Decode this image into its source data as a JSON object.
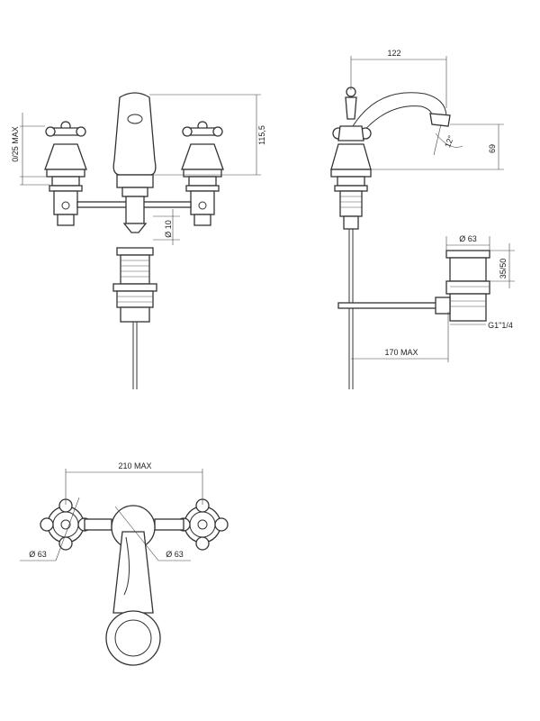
{
  "dimensions": {
    "front_height": "115,5",
    "front_handle_max": "0/25 MAX",
    "front_diameter_rod": "Ø 10",
    "side_reach": "122",
    "side_angle": "12°",
    "side_height": "69",
    "waste_diameter": "Ø 63",
    "waste_height": "35/50",
    "waste_thread": "G1\"1/4",
    "side_rod_max": "170 MAX",
    "top_width_max": "210 MAX",
    "top_left_diameter": "Ø 63",
    "top_right_diameter": "Ø 63"
  }
}
